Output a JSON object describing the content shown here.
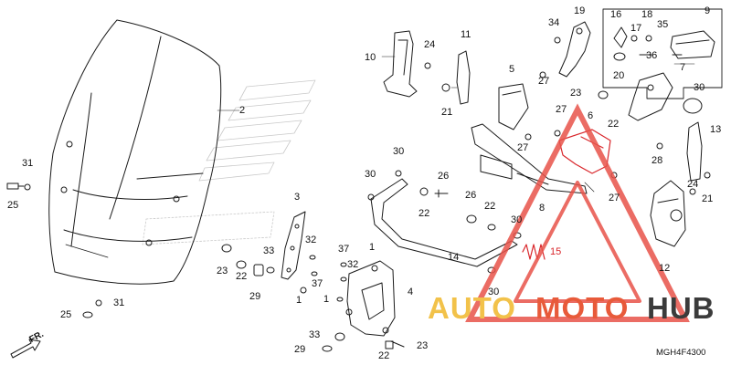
{
  "diagram": {
    "reference_code": "MGH4F4300",
    "direction_label": "FR.",
    "colors": {
      "line": "#1a1a1a",
      "highlight": "#d9262b",
      "watermark_triangle": "#e8534a"
    },
    "watermark": {
      "part1": "AUTO",
      "part2": "MOTO",
      "part3": "HUB",
      "part1_color": "#f2c24a",
      "part2_color": "#e85a3a",
      "part3_color": "#3b3b3b"
    },
    "callouts": [
      {
        "id": "c9",
        "text": "9"
      },
      {
        "id": "c19",
        "text": "19"
      },
      {
        "id": "c34",
        "text": "34"
      },
      {
        "id": "c16",
        "text": "16"
      },
      {
        "id": "c18",
        "text": "18"
      },
      {
        "id": "c17",
        "text": "17"
      },
      {
        "id": "c35",
        "text": "35"
      },
      {
        "id": "c10",
        "text": "10"
      },
      {
        "id": "c24a",
        "text": "24"
      },
      {
        "id": "c11",
        "text": "11"
      },
      {
        "id": "c36",
        "text": "36"
      },
      {
        "id": "c7",
        "text": "7"
      },
      {
        "id": "c20",
        "text": "20"
      },
      {
        "id": "c5",
        "text": "5"
      },
      {
        "id": "c27a",
        "text": "27"
      },
      {
        "id": "c30a",
        "text": "30"
      },
      {
        "id": "c23a",
        "text": "23"
      },
      {
        "id": "c21a",
        "text": "21"
      },
      {
        "id": "c2",
        "text": "2"
      },
      {
        "id": "c27b",
        "text": "27"
      },
      {
        "id": "c6",
        "text": "6"
      },
      {
        "id": "c22a",
        "text": "22"
      },
      {
        "id": "c13",
        "text": "13"
      },
      {
        "id": "c27c",
        "text": "27"
      },
      {
        "id": "c31a",
        "text": "31"
      },
      {
        "id": "c25a",
        "text": "25"
      },
      {
        "id": "c30b",
        "text": "30"
      },
      {
        "id": "c30c",
        "text": "30"
      },
      {
        "id": "c26a",
        "text": "26"
      },
      {
        "id": "c28",
        "text": "28"
      },
      {
        "id": "c1a",
        "text": "1"
      },
      {
        "id": "c3",
        "text": "3"
      },
      {
        "id": "c22b",
        "text": "22"
      },
      {
        "id": "c26b",
        "text": "26"
      },
      {
        "id": "c22c",
        "text": "22"
      },
      {
        "id": "c8",
        "text": "8"
      },
      {
        "id": "c27d",
        "text": "27"
      },
      {
        "id": "c24b",
        "text": "24"
      },
      {
        "id": "c21b",
        "text": "21"
      },
      {
        "id": "c32a",
        "text": "32"
      },
      {
        "id": "c33a",
        "text": "33"
      },
      {
        "id": "c37a",
        "text": "37"
      },
      {
        "id": "c30d",
        "text": "30"
      },
      {
        "id": "c15",
        "text": "15"
      },
      {
        "id": "c23b",
        "text": "23"
      },
      {
        "id": "c22d",
        "text": "22"
      },
      {
        "id": "c32b",
        "text": "32"
      },
      {
        "id": "c37b",
        "text": "37"
      },
      {
        "id": "c14",
        "text": "14"
      },
      {
        "id": "c12",
        "text": "12"
      },
      {
        "id": "c29a",
        "text": "29"
      },
      {
        "id": "c1b",
        "text": "1"
      },
      {
        "id": "c1c",
        "text": "1"
      },
      {
        "id": "c4",
        "text": "4"
      },
      {
        "id": "c30e",
        "text": "30"
      },
      {
        "id": "c25b",
        "text": "25"
      },
      {
        "id": "c31b",
        "text": "31"
      },
      {
        "id": "c33b",
        "text": "33"
      },
      {
        "id": "c29b",
        "text": "29"
      },
      {
        "id": "c22e",
        "text": "22"
      },
      {
        "id": "c23c",
        "text": "23"
      }
    ]
  }
}
